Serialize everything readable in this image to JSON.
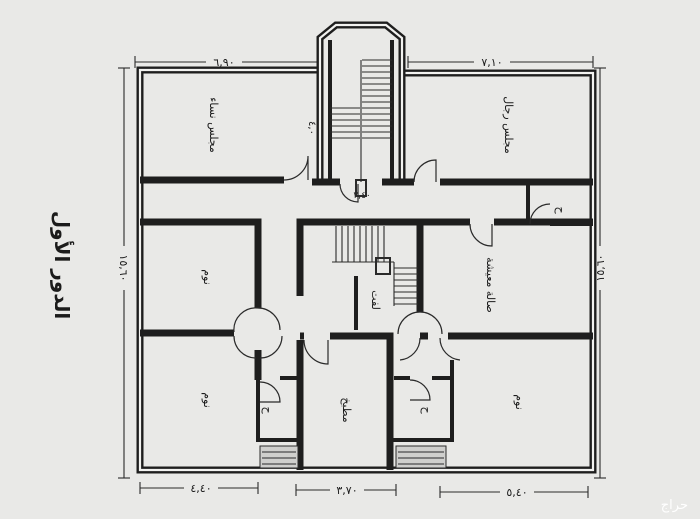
{
  "floor_title": "الدور الأول",
  "dimensions": {
    "top_left": "٦,٩٠",
    "top_right": "٧,١٠",
    "left": "١٥,٦٠",
    "right": "١٥,٦٠",
    "bottom_left": "٤,٤٠",
    "bottom_middle": "٣,٧٠",
    "bottom_right": "٥,٤٠",
    "stair_side": "٤,٠",
    "stair_bottom": "٢,٤٠"
  },
  "rooms": {
    "women_majlis": "مجلس نساء",
    "men_majlis": "مجلس رجال",
    "bedroom_top_left": "نوم",
    "bedroom_bottom_left": "نوم",
    "bedroom_bottom_right": "نوم",
    "living_room": "صالة معيشة",
    "kitchen": "مطبخ",
    "lift": "لفت"
  },
  "bathrooms": {
    "top_right": "ح",
    "bottom_left": "ح",
    "bottom_right": "ح"
  },
  "watermark": "حراج",
  "colors": {
    "background": "#e9e9e7",
    "walls": "#1e1e1e"
  }
}
